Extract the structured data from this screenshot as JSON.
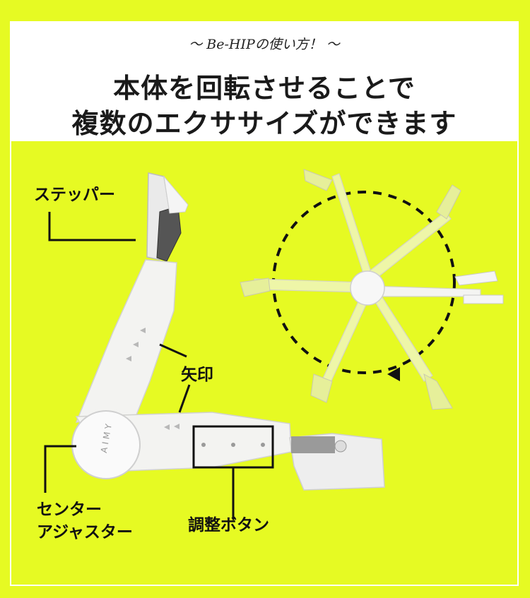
{
  "header": {
    "subtitle": "～ Be-HIPの使い方！ ～",
    "title_line1": "本体を回転させることで",
    "title_line2": "複数のエクササイズができます"
  },
  "labels": {
    "stepper": "ステッパー",
    "arrow": "矢印",
    "center_adjuster": "センター\nアジャスター",
    "adjust_button": "調整ボタン"
  },
  "product": {
    "brand_mark": "AIMY"
  },
  "colors": {
    "background": "#e6fa23",
    "header_bg": "#ffffff",
    "device_body": "#f3f3f1",
    "rotation_ghost": "#e9f59a"
  }
}
